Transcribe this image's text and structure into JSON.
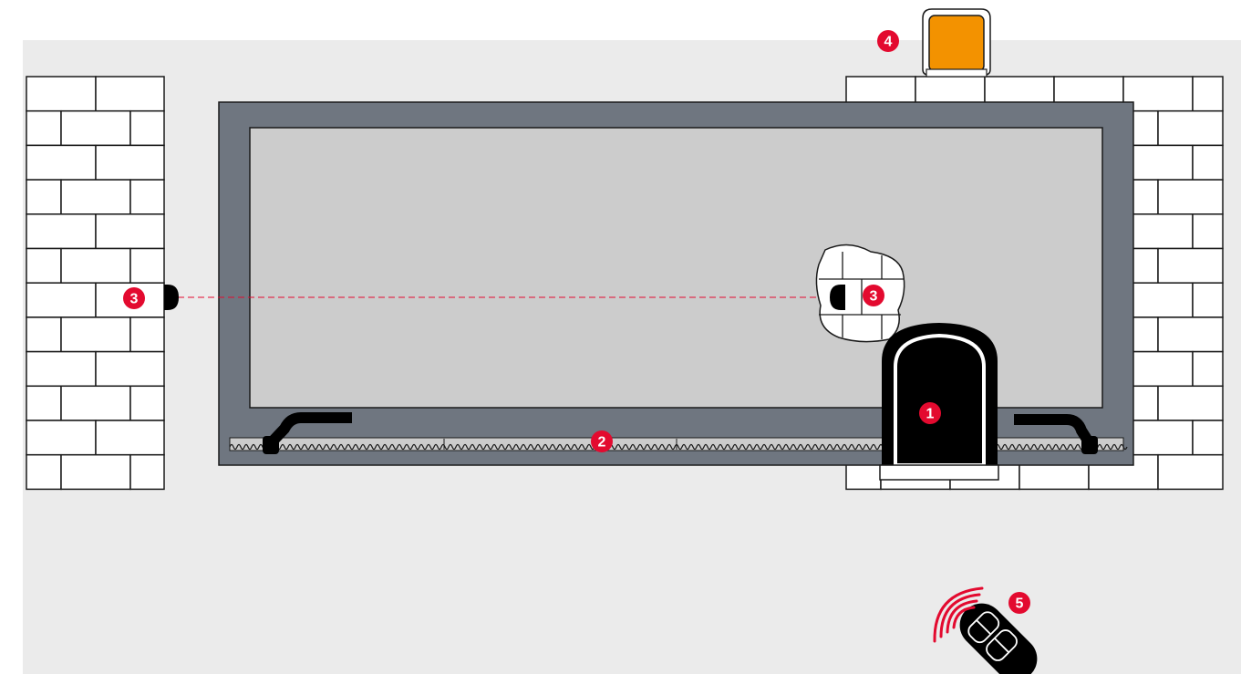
{
  "colors": {
    "background": "#ebebeb",
    "wall_stroke": "#1a1a1a",
    "gate_frame": "#6f7680",
    "gate_panel": "#cccccc",
    "motor_body": "#000000",
    "flasher_lens": "#f39200",
    "marker_fill": "#e30a2f",
    "marker_text": "#ffffff",
    "beam": "#e30a2f"
  },
  "markers": [
    {
      "id": "motor",
      "label": "1"
    },
    {
      "id": "rack",
      "label": "2"
    },
    {
      "id": "photocell-left",
      "label": "3"
    },
    {
      "id": "photocell-right",
      "label": "3"
    },
    {
      "id": "flashing-light",
      "label": "4"
    },
    {
      "id": "remote-control",
      "label": "5"
    }
  ],
  "icons": [
    "motor-icon",
    "rack-icon",
    "photocell-icon",
    "flashing-light-icon",
    "remote-control-icon",
    "signal-waves-icon"
  ]
}
